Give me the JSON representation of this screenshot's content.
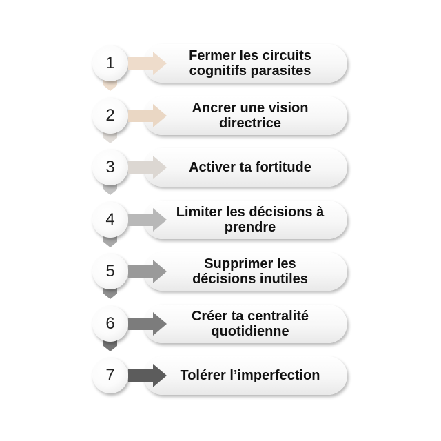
{
  "steps": [
    {
      "number": "1",
      "label": "Fermer les circuits cognitifs parasites",
      "color": "#eedccb"
    },
    {
      "number": "2",
      "label": "Ancrer une vision directrice",
      "color": "#ead7c4"
    },
    {
      "number": "3",
      "label": "Activer ta fortitude",
      "color": "#dcd7d2"
    },
    {
      "number": "4",
      "label": "Limiter les décisions à prendre",
      "color": "#b8b8b8"
    },
    {
      "number": "5",
      "label": "Supprimer les décisions inutiles",
      "color": "#9a9a9a"
    },
    {
      "number": "6",
      "label": "Créer ta centralité quotidienne",
      "color": "#7c7c7c"
    },
    {
      "number": "7",
      "label": "Tolérer l’imperfection",
      "color": "#5c5c5c"
    }
  ],
  "icons": {
    "step_arrow": "right-arrow-icon",
    "connector": "chevron-down-icon"
  }
}
